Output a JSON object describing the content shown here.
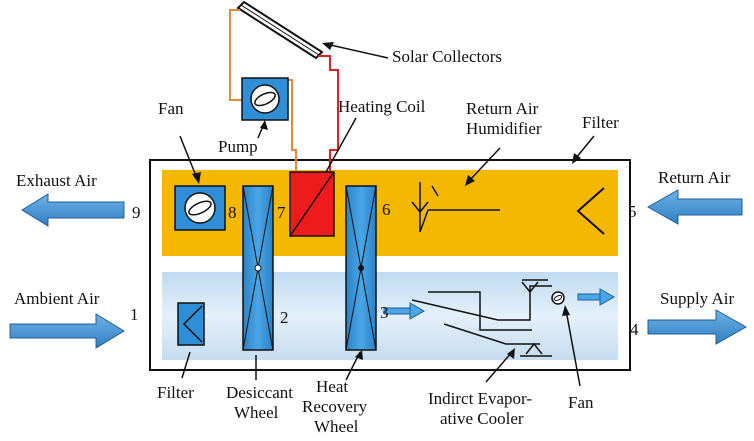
{
  "labels": {
    "solar_collectors": "Solar Collectors",
    "heating_coil": "Heating Coil",
    "fan_top": "Fan",
    "pump": "Pump",
    "return_air_humidifier_line1": "Return Air",
    "return_air_humidifier_line2": "Humidifier",
    "filter_top": "Filter",
    "exhaust_air": "Exhaust Air",
    "return_air": "Return Air",
    "ambient_air": "Ambient Air",
    "supply_air": "Supply Air",
    "filter_bottom": "Filter",
    "desiccant_wheel_line1": "Desiccant",
    "desiccant_wheel_line2": "Wheel",
    "heat_recovery_line1": "Heat",
    "heat_recovery_line2": "Recovery",
    "heat_recovery_line3": "Wheel",
    "indirect_cooler_line1": "Indirct Evapor-",
    "indirect_cooler_line2": "ative Cooler",
    "fan_bottom": "Fan"
  },
  "stations": {
    "s1": "1",
    "s2": "2",
    "s3": "3",
    "s4": "4",
    "s5": "5",
    "s6": "6",
    "s7": "7",
    "s8": "8",
    "s9": "9"
  },
  "colors": {
    "return_air_channel": "#f5b800",
    "supply_air_channel": "#cfe3f5",
    "component_blue": "#2f8fd6",
    "heating_coil_red": "#ee1c1c",
    "pipe_orange": "#e08a3a",
    "pipe_red": "#e02020",
    "arrow_blue": "#3a8fd0"
  }
}
